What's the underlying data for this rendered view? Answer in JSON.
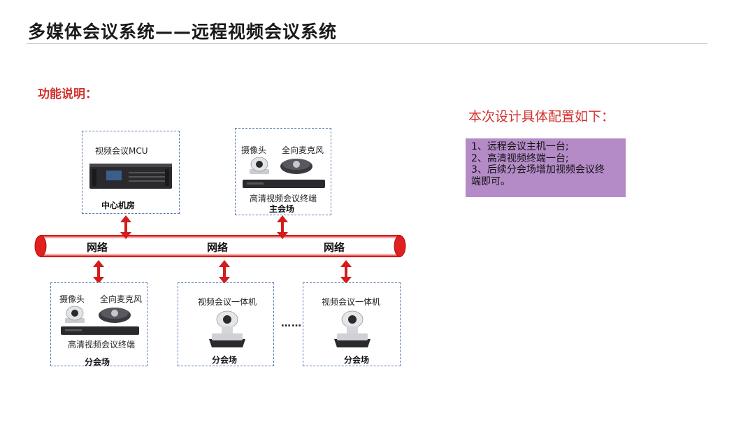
{
  "title": "多媒体会议系统——远程视频会议系统",
  "section_label": "功能说明：",
  "network": {
    "labels": [
      "网络",
      "网络",
      "网络"
    ]
  },
  "nodes": {
    "center": {
      "device": "视频会议MCU",
      "location": "中心机房"
    },
    "main": {
      "camera": "摄像头",
      "mic": "全向麦克风",
      "device": "高清视频会议终端",
      "location": "主会场"
    },
    "branch1": {
      "camera": "摄像头",
      "mic": "全向麦克风",
      "device": "高清视频会议终端",
      "location": "分会场"
    },
    "branch2": {
      "device": "视频会议一体机",
      "location": "分会场"
    },
    "branch3": {
      "device": "视频会议一体机",
      "location": "分会场"
    }
  },
  "ellipsis": "……",
  "config": {
    "title": "本次设计具体配置如下：",
    "items": [
      "1、远程会议主机一台;",
      "2、高清视频终端一台;",
      "3、后续分会场增加视频会议终",
      "端即可。"
    ]
  },
  "colors": {
    "accent": "#d0312d",
    "box_border": "#5b7bb0",
    "config_bg": "#b48bc7"
  }
}
